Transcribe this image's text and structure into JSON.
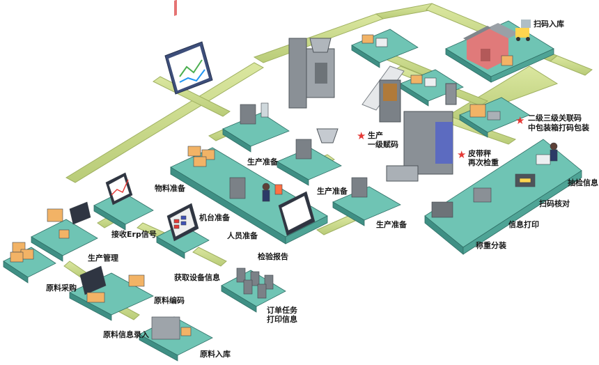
{
  "labels": {
    "scan_warehouse": "扫码入库",
    "two_three_level": "二级三级关联码",
    "inner_pack_print": "中包装箱打码包装",
    "production_line1": "生产",
    "production_line2": "一级赋码",
    "belt_scale1": "皮带秤",
    "belt_scale2": "再次检重",
    "production_prep_1": "生产准备",
    "production_prep_2": "生产准备",
    "production_prep_3": "生产准备",
    "material_prep": "物料准备",
    "machine_prep": "机台准备",
    "personnel_prep": "人员准备",
    "receive_erp": "接收Erp信号",
    "production_mgmt": "生产管理",
    "raw_purchase": "原料采购",
    "get_device_info": "获取设备信息",
    "inspection_report": "检验报告",
    "raw_coding": "原料编码",
    "order_task1": "订单任务",
    "order_task2": "打印信息",
    "raw_info_entry": "原料信息录入",
    "raw_warehouse": "原料入库",
    "sampling_info": "抽检信息",
    "scan_check": "扫码核对",
    "info_print": "信息打印",
    "weigh_split": "称重分装"
  },
  "colors": {
    "platform_top": "#6fc4b4",
    "platform_side": "#3f8f84",
    "conveyor": "#c9d98c",
    "conveyor_edge": "#9fb060",
    "machine": "#6d7378",
    "star": "#e53935"
  }
}
